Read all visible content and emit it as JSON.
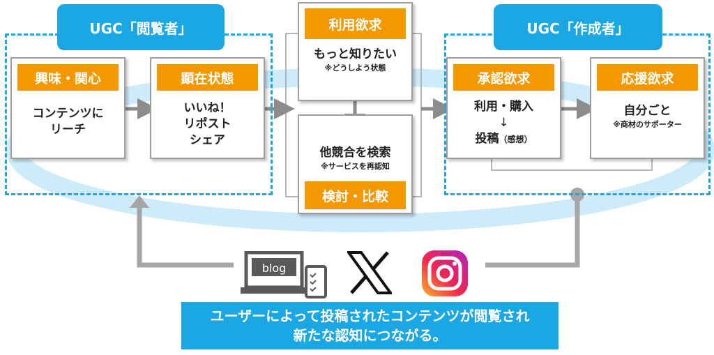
{
  "viewer_group": {
    "title": "UGC「閲覧者」"
  },
  "creator_group": {
    "title": "UGC「作成者」"
  },
  "cards": {
    "interest": {
      "title": "興味・関心",
      "lines": [
        "コンテンツに",
        "リーチ"
      ]
    },
    "manifest": {
      "title": "顕在状態",
      "lines": [
        "いいね！",
        "リポスト",
        "シェア"
      ]
    },
    "desire": {
      "title": "利用欲求",
      "main": "もっと知りたい",
      "note": "※どうしよう状態"
    },
    "compare": {
      "title": "検討・比較",
      "main": "他競合を検索",
      "note": "※サービスを再認知"
    },
    "approval": {
      "title": "承認欲求",
      "line1": "利用・購入",
      "arrow": "↓",
      "line3": "投稿",
      "line3_small": "（感想）"
    },
    "support": {
      "title": "応援欲求",
      "main": "自分ごと",
      "note": "※商材のサポーター"
    }
  },
  "icons": {
    "blog_label": "blog",
    "x": "x-logo-icon",
    "instagram": "instagram-icon"
  },
  "caption": {
    "line1": "ユーザーによって投稿されたコンテンツが閲覧され",
    "line2": "新たな認知につながる。"
  },
  "colors": {
    "accent_blue": "#1aa7e3",
    "orange": "#f39800",
    "gray": "#9e9e9e",
    "ellipse": "#cdebf9"
  }
}
